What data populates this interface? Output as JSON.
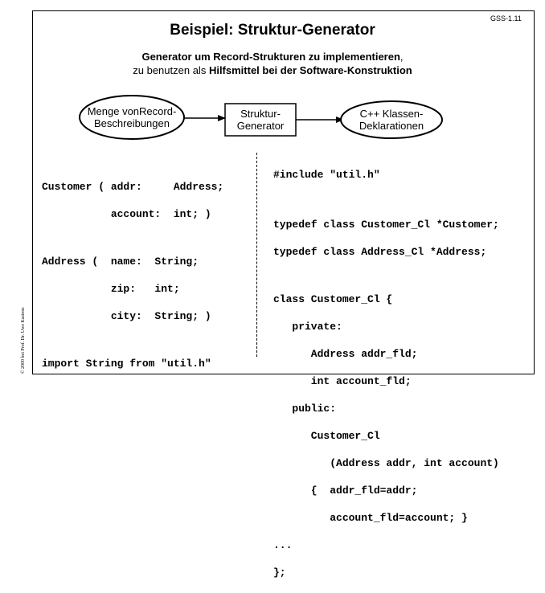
{
  "slide_id": "GSS-1.11",
  "title": "Beispiel: Struktur-Generator",
  "subtitle": {
    "line1_bold": "Generator um Record-Strukturen zu implementieren",
    "line1_rest": ",",
    "line2_plain": "zu benutzen als ",
    "line2_bold": "Hilfsmittel bei der Software-Konstruktion"
  },
  "diagram": {
    "input_label_line1": "Menge vonRecord-",
    "input_label_line2": "Beschreibungen",
    "process_label_line1": "Struktur-",
    "process_label_line2": "Generator",
    "output_label_line1": "C++ Klassen-",
    "output_label_line2": "Deklarationen"
  },
  "left_code": [
    "Customer ( addr:     Address;",
    "           account:  int; )",
    "",
    "Address (  name:  String;",
    "           zip:   int;",
    "           city:  String; )",
    "",
    "import String from \"util.h\""
  ],
  "right_code": [
    "#include \"util.h\"",
    "",
    "typedef class Customer_Cl *Customer;",
    "typedef class Address_Cl *Address;",
    "",
    "class Customer_Cl {",
    "   private:",
    "      Address addr_fld;",
    "      int account_fld;",
    "   public:",
    "      Customer_Cl",
    "         (Address addr, int account)",
    "      {  addr_fld=addr;",
    "         account_fld=account; }",
    "...",
    "};"
  ],
  "copyright": "© 2000 bei Prof. Dr. Uwe Kastens"
}
